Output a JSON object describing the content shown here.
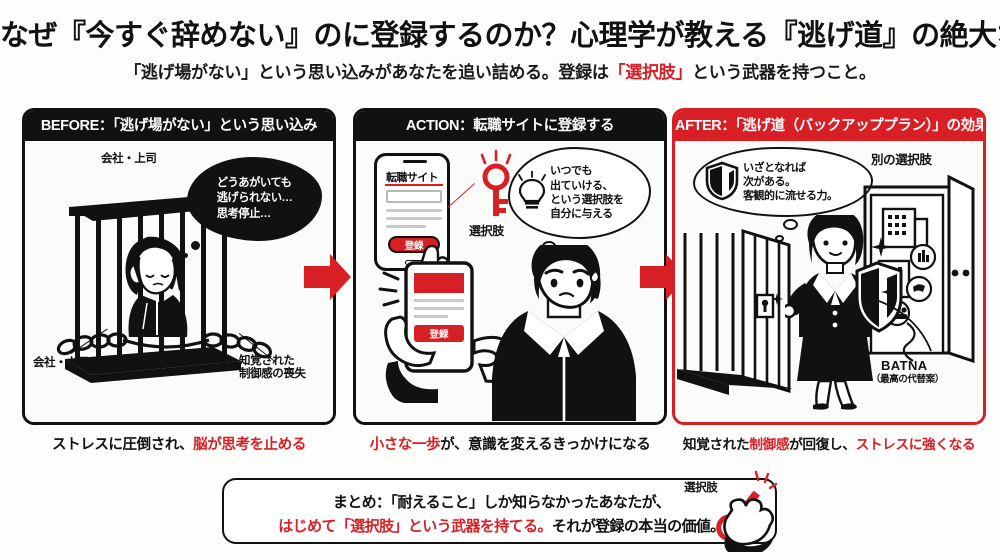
{
  "header": {
    "title": "なぜ『今すぐ辞めない』のに登録するのか？心理学が教える『逃げ道』の絶大な効果",
    "subtitle_part1": "「逃げ場がない」という思い込みがあなたを追い詰める。登録は",
    "subtitle_accent": "「選択肢」",
    "subtitle_part2": "という武器を持つこと。"
  },
  "panels": {
    "before": {
      "head": "BEFORE：「逃げ場がない」という思い込み",
      "label_top": "会社・上司",
      "label_bottom_left": "会社・上司",
      "label_bottom_right": "知覚された\n制御感の喪失",
      "bubble": "どうあがいても\n逃げられない…\n思考停止…",
      "caption_black": "ストレスに圧倒され、",
      "caption_red": "脳が思考を止める"
    },
    "action": {
      "head": "ACTION：転職サイトに登録する",
      "phone_title": "転職サイト",
      "phone_button": "登録",
      "key_label": "選択肢",
      "bubble": "いつでも\n出ていける、\nという選択肢を\n自分に与える",
      "phone2_button": "登録",
      "caption_red": "小さな一歩",
      "caption_black": "が、意識を変えるきっかけになる"
    },
    "after": {
      "head": "AFTER：「逃げ道（バックアッププラン）」の効果",
      "bubble": "いざとなれば\n次がある。\n客観的に流せる力。",
      "door_label": "別の選択肢",
      "batna": "BATNA",
      "batna_sub": "（最高の代替案）",
      "caption_1_black": "知覚された",
      "caption_2_red": "制御感",
      "caption_3_black": "が回復し、",
      "caption_4_red": "ストレスに強くなる"
    }
  },
  "summary": {
    "line1": "まとめ：「耐えること」しか知らなかったあなたが、",
    "line2_red": "はじめて「選択肢」という武器を持てる。",
    "line2_black": "それが登録の本当の価値。",
    "key_label": "選択肢"
  },
  "colors": {
    "accent_red": "#d81f26",
    "ink_black": "#111111",
    "panel_bg": "#fbfbf9"
  },
  "icons": {
    "arrow_1": "right-arrow-icon",
    "arrow_2": "right-arrow-icon",
    "key": "key-icon",
    "shield": "shield-icon",
    "lightbulb": "lightbulb-icon",
    "door": "open-door-icon"
  }
}
